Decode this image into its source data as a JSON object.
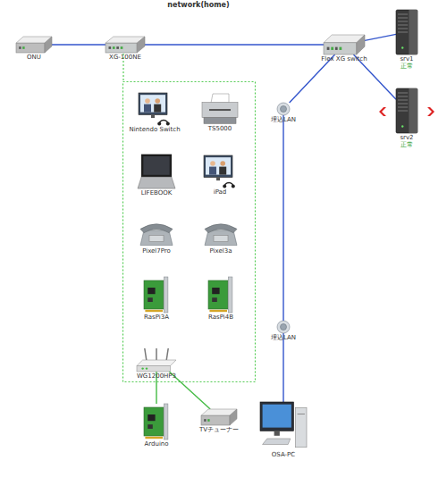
{
  "diagram": {
    "title": "network(home)",
    "nodes": [
      {
        "text": [
          "ONU"
        ]
      },
      {
        "text": [
          "XG-100NE"
        ]
      },
      {
        "text": [
          "Flex XG switch"
        ]
      },
      {
        "text": [
          "srv1",
          "正常"
        ]
      },
      {
        "text": [
          "srv2",
          "正常"
        ]
      },
      {
        "text": [
          "埋込LAN"
        ]
      },
      {
        "text": [
          "埋込LAN"
        ]
      },
      {
        "text": [
          "OSA-PC"
        ]
      },
      {
        "text": [
          "Nintendo Switch"
        ]
      },
      {
        "text": [
          "TS5000"
        ]
      },
      {
        "text": [
          "LIFEBOOK"
        ]
      },
      {
        "text": [
          "iPad"
        ]
      },
      {
        "text": [
          "Pixel7Pro"
        ]
      },
      {
        "text": [
          "Pixel3a"
        ]
      },
      {
        "text": [
          "RasPi3A"
        ]
      },
      {
        "text": [
          "RasPi4B"
        ]
      },
      {
        "text": [
          "WG1200HP3"
        ]
      },
      {
        "text": [
          "Arduino"
        ]
      },
      {
        "text": [
          "TVチューナー"
        ]
      }
    ],
    "edges": [
      {
        "from": 0,
        "to": 1,
        "arrow": "none"
      },
      {
        "from": 1,
        "to": 2,
        "arrow": "none"
      },
      {
        "from": 2,
        "to": 3,
        "arrow": "none"
      },
      {
        "from": 2,
        "to": 4,
        "arrow": "none"
      },
      {
        "from": 2,
        "to": 5,
        "arrow": "none"
      },
      {
        "from": 5,
        "to": 6,
        "arrow": "none"
      },
      {
        "from": 6,
        "to": 7,
        "arrow": "none"
      },
      {
        "from": 16,
        "to": 17,
        "arrow": "none"
      },
      {
        "from": 16,
        "to": 18,
        "arrow": "none"
      }
    ]
  }
}
